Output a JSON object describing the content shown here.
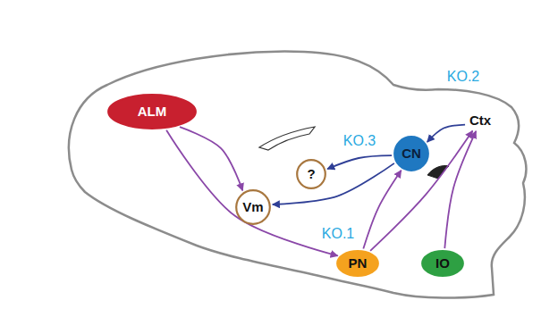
{
  "diagram": {
    "nodes": [
      {
        "text": [
          "ALM"
        ]
      },
      {
        "text": [
          "Ctx"
        ]
      },
      {
        "text": [
          "CN"
        ]
      },
      {
        "text": [
          "?"
        ]
      },
      {
        "text": [
          "Vm"
        ]
      },
      {
        "text": [
          "PN"
        ]
      },
      {
        "text": [
          "IO"
        ]
      }
    ],
    "edges": [
      {
        "from": 0,
        "to": 4,
        "arrow": "to"
      },
      {
        "from": 0,
        "to": 5,
        "arrow": "to"
      },
      {
        "from": 5,
        "to": 2,
        "arrow": "to"
      },
      {
        "from": 5,
        "to": 1,
        "arrow": "to"
      },
      {
        "from": 6,
        "to": 1,
        "arrow": "to"
      },
      {
        "from": 1,
        "to": 2,
        "arrow": "to"
      },
      {
        "from": 2,
        "to": 3,
        "arrow": "to"
      },
      {
        "from": 2,
        "to": 4,
        "arrow": "to"
      }
    ],
    "labels": [
      "KO.2",
      "KO.3",
      "KO.1"
    ]
  }
}
